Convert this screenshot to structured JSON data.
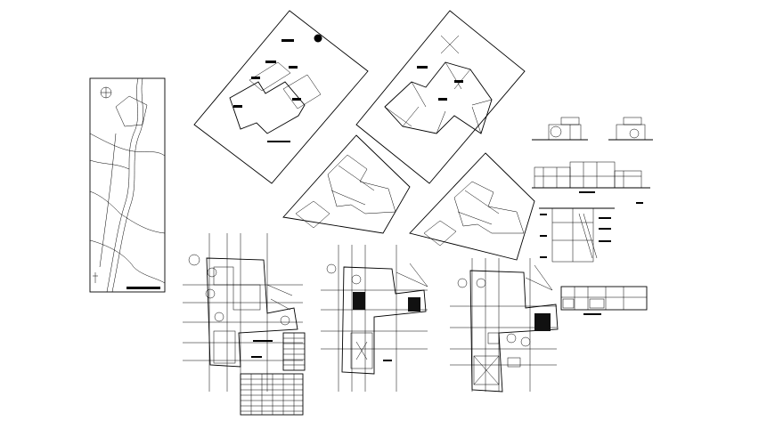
{
  "drawing": {
    "background": "#ffffff",
    "line_color": "#000000"
  },
  "sheets": [
    {
      "id": "location-map",
      "kind": "site-location-map"
    },
    {
      "id": "roof-plan-1",
      "kind": "roof-plan"
    },
    {
      "id": "roof-plan-2",
      "kind": "roof-plan-with-slopes"
    },
    {
      "id": "site-plan-1",
      "kind": "site-plan"
    },
    {
      "id": "site-plan-2",
      "kind": "site-plan"
    },
    {
      "id": "elevation-small-1",
      "kind": "elevation"
    },
    {
      "id": "elevation-small-2",
      "kind": "elevation"
    },
    {
      "id": "long-section",
      "kind": "section"
    },
    {
      "id": "detail-section",
      "kind": "section"
    },
    {
      "id": "elevation-band",
      "kind": "elevation"
    },
    {
      "id": "floor-plan-ground",
      "kind": "floor-plan"
    },
    {
      "id": "floor-plan-first",
      "kind": "floor-plan"
    },
    {
      "id": "floor-plan-second",
      "kind": "floor-plan"
    },
    {
      "id": "schedule-table",
      "kind": "table"
    }
  ]
}
